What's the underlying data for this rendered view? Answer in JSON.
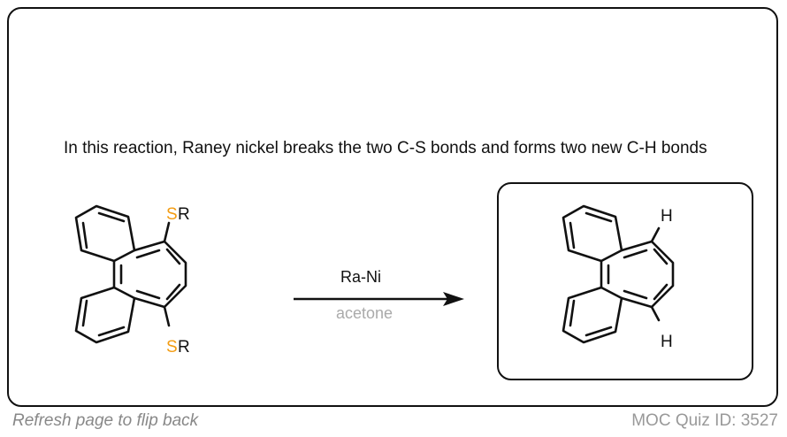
{
  "question": {
    "text": "In this reaction, Raney nickel breaks the two C-S bonds and forms two new C-H bonds"
  },
  "reaction": {
    "reagent": "Ra-Ni",
    "solvent": "acetone",
    "starting_material": {
      "substituent_top_atom": "S",
      "substituent_top_group": "R",
      "substituent_bottom_atom": "S",
      "substituent_bottom_group": "R"
    },
    "product": {
      "substituent_top": "H",
      "substituent_bottom": "H"
    }
  },
  "colors": {
    "sulfur": "#f39c12",
    "bond": "#111111",
    "solvent_text": "#aaaaaa",
    "footer_text": "#888888"
  },
  "footer": {
    "left": "Refresh page to flip back",
    "right": "MOC Quiz ID: 3527"
  }
}
